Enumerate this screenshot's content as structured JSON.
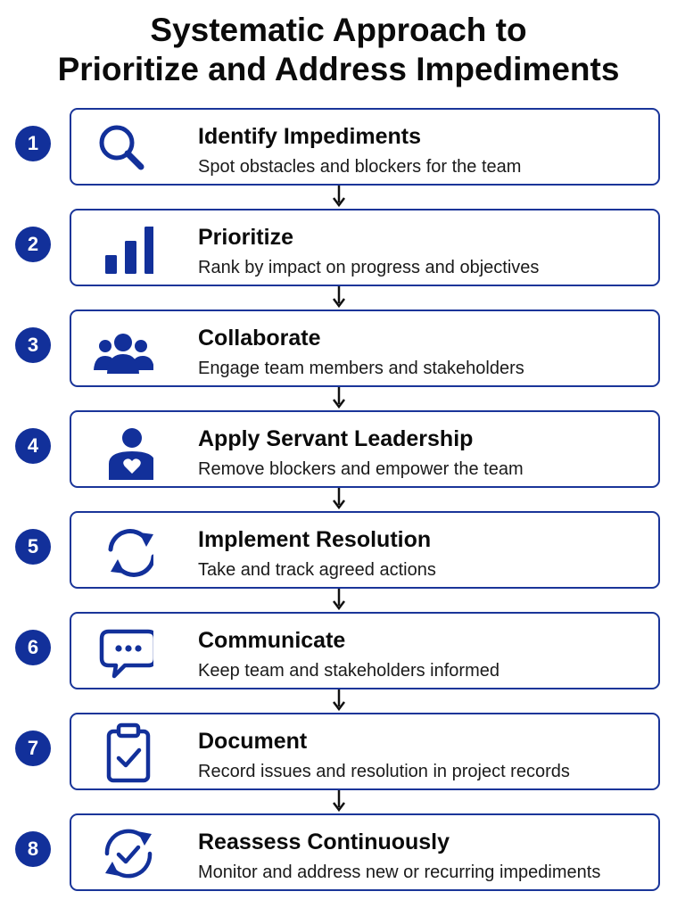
{
  "title": {
    "line1": "Systematic Approach to",
    "line2": "Prioritize and Address Impediments"
  },
  "accent_color": "#12309a",
  "steps": [
    {
      "number": "1",
      "icon": "magnifier-icon",
      "heading": "Identify Impediments",
      "description": "Spot obstacles and blockers for the team"
    },
    {
      "number": "2",
      "icon": "bar-chart-icon",
      "heading": "Prioritize",
      "description": "Rank by impact on progress and objectives"
    },
    {
      "number": "3",
      "icon": "team-icon",
      "heading": "Collaborate",
      "description": "Engage team members and stakeholders"
    },
    {
      "number": "4",
      "icon": "servant-leader-icon",
      "heading": "Apply Servant Leadership",
      "description": "Remove blockers and empower the team"
    },
    {
      "number": "5",
      "icon": "cycle-arrows-icon",
      "heading": "Implement Resolution",
      "description": "Take and track agreed actions"
    },
    {
      "number": "6",
      "icon": "chat-bubble-icon",
      "heading": "Communicate",
      "description": "Keep team and stakeholders informed"
    },
    {
      "number": "7",
      "icon": "clipboard-check-icon",
      "heading": "Document",
      "description": "Record issues and resolution in project records"
    },
    {
      "number": "8",
      "icon": "reassess-cycle-icon",
      "heading": "Reassess Continuously",
      "description": "Monitor and address new or recurring impediments"
    }
  ]
}
